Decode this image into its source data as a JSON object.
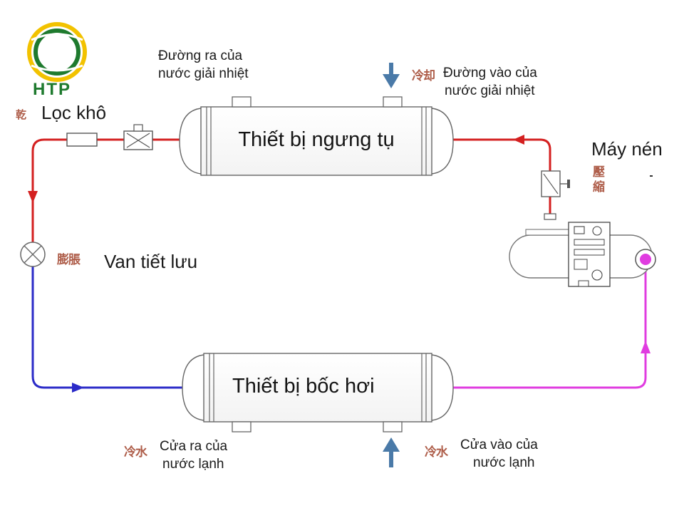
{
  "logo": {
    "text": "HTP",
    "ring_color": "#f2c200",
    "inner_color": "#1e7a2e",
    "text_color": "#1e7a2e"
  },
  "condenser": {
    "title": "Thiết bị ngưng tụ",
    "water_out_line1": "Đường ra của",
    "water_out_line2": "nước giải nhiệt",
    "water_in_line1": "Đường vào của",
    "water_in_line2": "nước giải nhiệt"
  },
  "evaporator": {
    "title": "Thiết bị bốc hơi",
    "water_out_line1": "Cửa ra của",
    "water_out_line2": "nước lạnh",
    "water_in_line1": "Cửa vào của",
    "water_in_line2": "nước lạnh"
  },
  "components": {
    "filter_drier": "Lọc khô",
    "expansion_valve": "Van tiết lưu",
    "compressor": "Máy nén"
  },
  "stamps": {
    "filter": "乾",
    "valve": "膨脹",
    "compressor": "壓縮",
    "cond_in": "冷却",
    "evap_out": "冷水",
    "evap_in": "冷水"
  },
  "colors": {
    "high_pressure_liquid": "#d42020",
    "low_pressure_liquid": "#2b2bc8",
    "suction_gas": "#e03ce0",
    "water_arrow": "#4a7aa8"
  }
}
